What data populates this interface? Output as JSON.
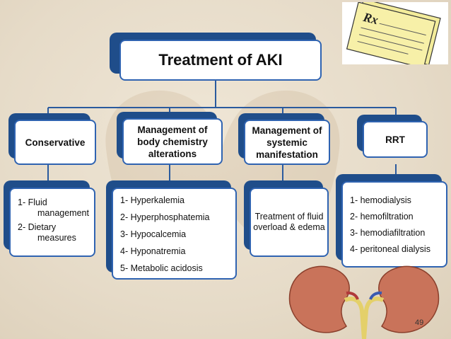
{
  "diagram": {
    "title": "Treatment of AKI",
    "branches": [
      {
        "heading": "Conservative",
        "items": [
          "1- Fluid management",
          "2- Dietary measures"
        ]
      },
      {
        "heading": "Management of body chemistry alterations",
        "items": [
          "1- Hyperkalemia",
          "2- Hyperphosphatemia",
          "3- Hypocalcemia",
          "4- Hyponatremia",
          "5- Metabolic acidosis"
        ]
      },
      {
        "heading": "Management of systemic manifestation",
        "text": "Treatment of fluid overload & edema"
      },
      {
        "heading": "RRT",
        "items": [
          "1- hemodialysis",
          "2- hemofiltration",
          "3- hemodiafiltration",
          "4- peritoneal dialysis"
        ]
      }
    ]
  },
  "prescription_symbol": "Rx",
  "page_number": "49",
  "colors": {
    "card_border": "#2f63b1",
    "card_shadow": "#1f4d8a",
    "connector": "#2a5a9e",
    "background": "#e9dfcf"
  },
  "icons": [
    "prescription-note-icon",
    "kidney-icon"
  ]
}
